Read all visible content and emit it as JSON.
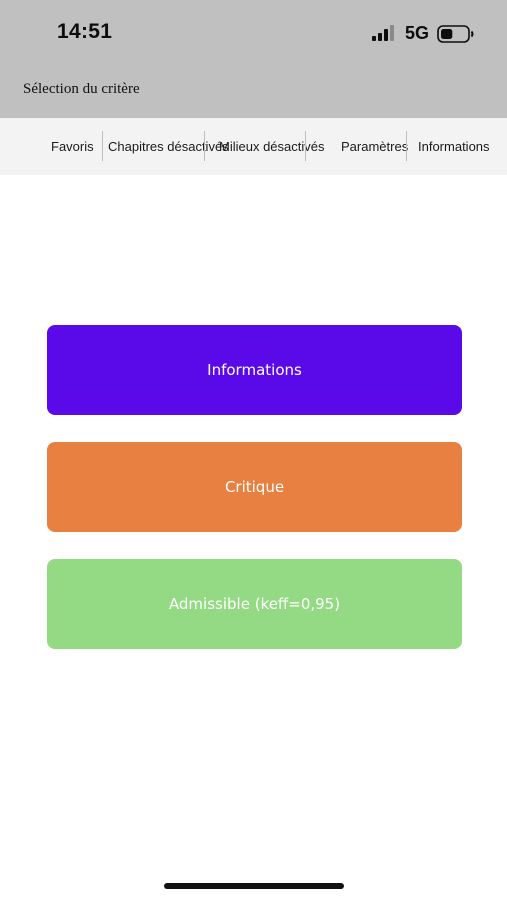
{
  "status_bar": {
    "time": "14:51",
    "network": "5G",
    "signal_icon": "signal-bars-icon",
    "battery_icon": "battery-icon",
    "battery_level": 0.45
  },
  "header": {
    "title": "Sélection du critère"
  },
  "tabs": [
    {
      "label": "Favoris"
    },
    {
      "label": "Chapitres désactivés"
    },
    {
      "label": "Milieux désactivés"
    },
    {
      "label": "Paramètres"
    },
    {
      "label": "Informations"
    }
  ],
  "buttons": [
    {
      "label": "Informations",
      "color": "#5a0ae8"
    },
    {
      "label": "Critique",
      "color": "#e78040"
    },
    {
      "label": "Admissible (keff=0,95)",
      "color": "#94da84"
    }
  ]
}
